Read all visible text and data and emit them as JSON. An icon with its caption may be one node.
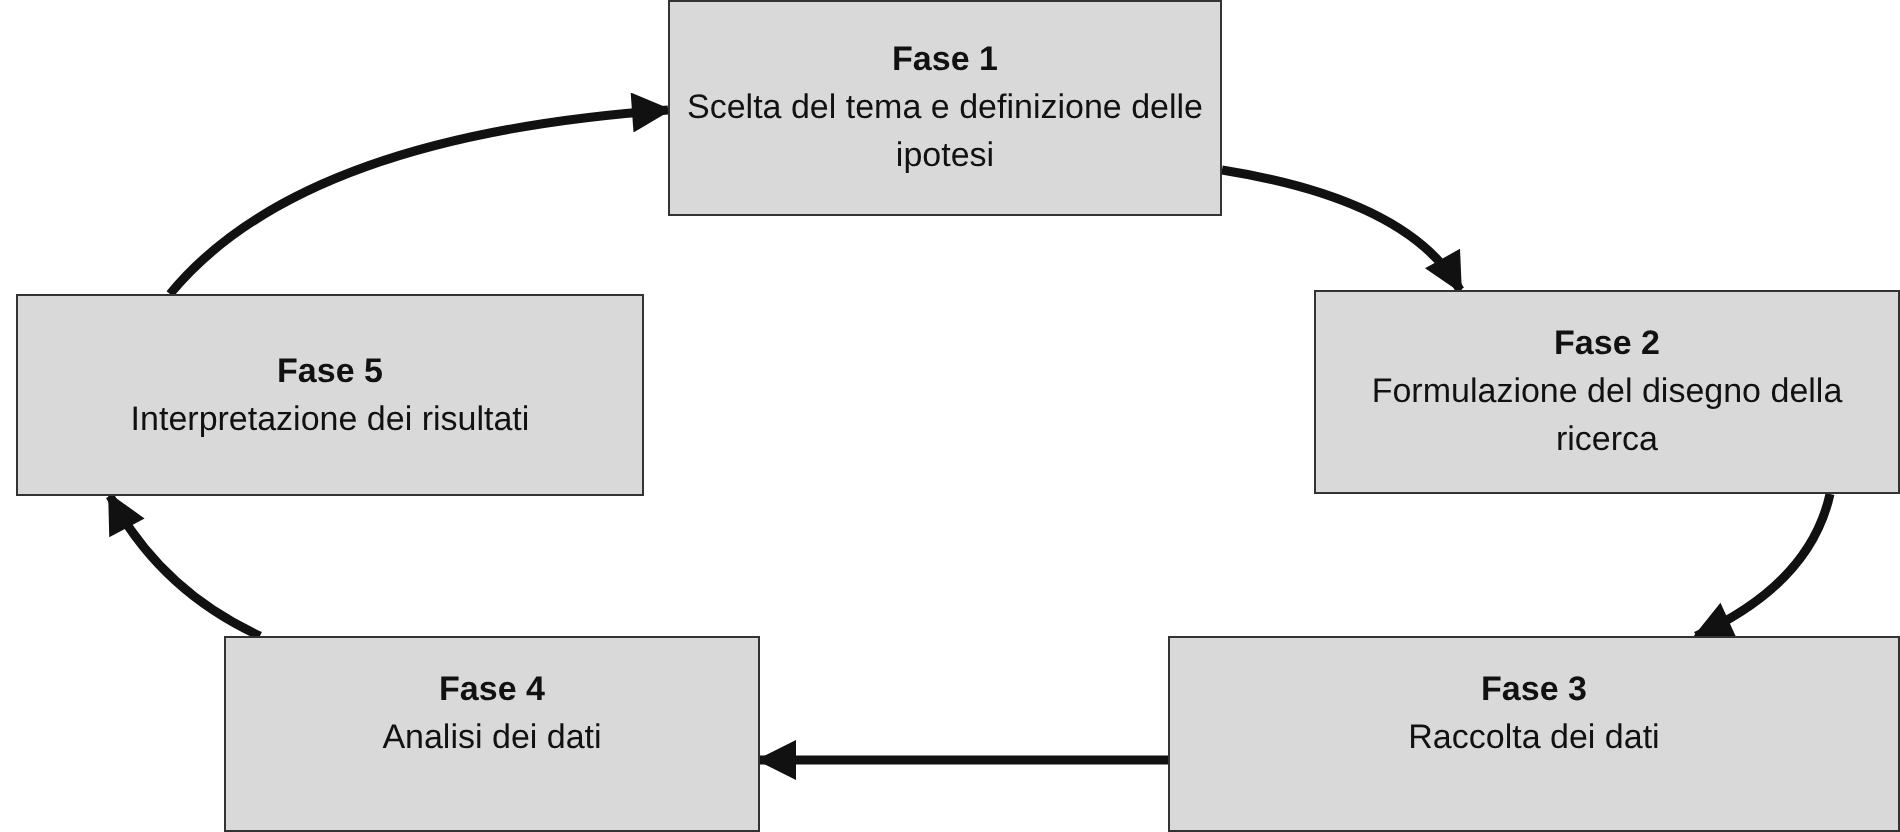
{
  "diagram": {
    "nodes": [
      {
        "text": [
          "Fase 1",
          "Scelta del tema e definizione delle ipotesi"
        ]
      },
      {
        "text": [
          "Fase 2",
          "Formulazione del disegno della ricerca"
        ]
      },
      {
        "text": [
          "Fase 3",
          "Raccolta dei dati"
        ]
      },
      {
        "text": [
          "Fase 4",
          "Analisi dei dati"
        ]
      },
      {
        "text": [
          "Fase 5",
          "Interpretazione dei risultati"
        ]
      }
    ],
    "edges": [
      {
        "from": 0,
        "to": 1,
        "arrow": "to"
      },
      {
        "from": 1,
        "to": 2,
        "arrow": "to"
      },
      {
        "from": 2,
        "to": 3,
        "arrow": "to"
      },
      {
        "from": 3,
        "to": 4,
        "arrow": "to"
      },
      {
        "from": 4,
        "to": 0,
        "arrow": "to"
      }
    ]
  }
}
